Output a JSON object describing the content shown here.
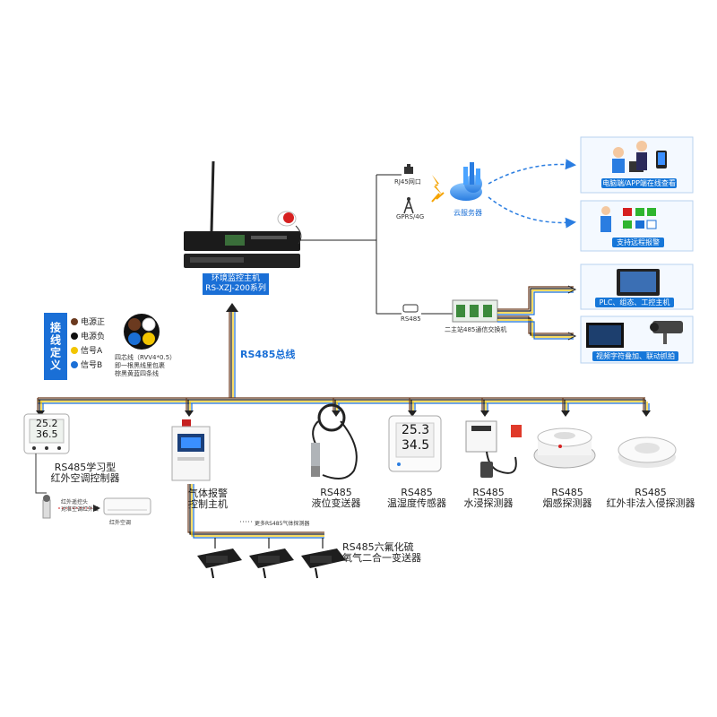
{
  "host": {
    "title": "环境监控主机",
    "model": "RS-XZJ-200系列"
  },
  "bus_label": "RS485总线",
  "network": {
    "rj45": "RJ45网口",
    "gprs": "GPRS/4G",
    "cloud": "云服务器",
    "rs485": "RS485",
    "converter": "二主站485通信交换机"
  },
  "panels": {
    "pc_app": "电脑端/APP端在线查看",
    "alarm": "支持远程报警",
    "plc": "PLC、组态、工控主机",
    "video": "视频字符叠加、联动抓拍"
  },
  "legend": {
    "title": "接线定义",
    "items": [
      {
        "label": "电源正",
        "color": "#6b3a1f"
      },
      {
        "label": "电源负",
        "color": "#111111"
      },
      {
        "label": "信号A",
        "color": "#f2c500"
      },
      {
        "label": "信号B",
        "color": "#1a6fd6"
      }
    ],
    "cable_line1": "四芯线（RVV4*0.5）",
    "cable_line2": "即一根黑线里包裹",
    "cable_line3": "棕黑黄蓝四条线"
  },
  "devices": {
    "ac_controller_line1": "RS485学习型",
    "ac_controller_line2": "红外空调控制器",
    "ac_readout_temp": "25.2",
    "ac_readout_hum": "36.5",
    "ir_label1": "红外遥控头",
    "ir_label2": "对准空调红外口",
    "ac_unit": "红外空调",
    "gas_host_line1": "气体报警",
    "gas_host_line2": "控制主机",
    "gas_more": "更多RS485气体探测器",
    "gas_sensor_line1": "RS485六氟化硫",
    "gas_sensor_line2": "氧气二合一变送器",
    "liquid_line1": "RS485",
    "liquid_line2": "液位变送器",
    "th_line1": "RS485",
    "th_line2": "温湿度传感器",
    "th_readout_temp": "25.3",
    "th_readout_hum": "34.5",
    "water_line1": "RS485",
    "water_line2": "水浸探测器",
    "smoke_line1": "RS485",
    "smoke_line2": "烟感探测器",
    "pir_line1": "RS485",
    "pir_line2": "红外非法入侵探测器"
  }
}
